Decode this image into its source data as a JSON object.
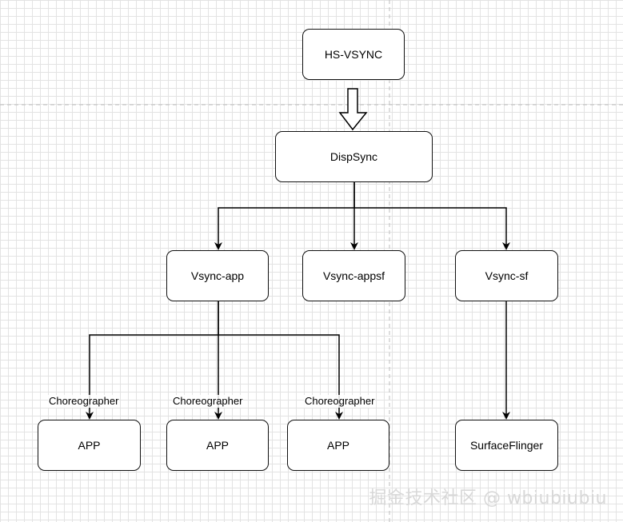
{
  "nodes": {
    "hs_vsync": "HS-VSYNC",
    "dispsync": "DispSync",
    "vsync_app": "Vsync-app",
    "vsync_appsf": "Vsync-appsf",
    "vsync_sf": "Vsync-sf",
    "app_1": "APP",
    "app_2": "APP",
    "app_3": "APP",
    "surfaceflinger": "SurfaceFlinger"
  },
  "edge_labels": {
    "choreographer_1": "Choreographer",
    "choreographer_2": "Choreographer",
    "choreographer_3": "Choreographer"
  },
  "watermark": "掘金技术社区 @ wbiubiubiu"
}
